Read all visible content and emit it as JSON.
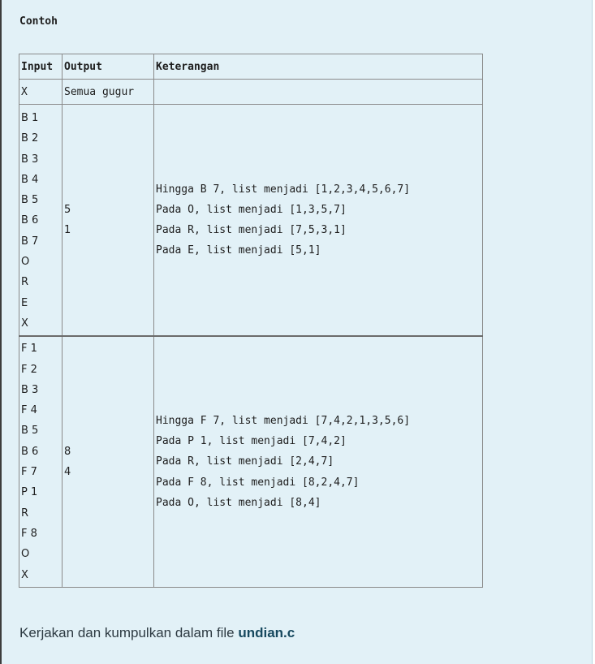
{
  "heading": "Contoh",
  "table": {
    "headers": [
      "Input",
      "Output",
      "Keterangan"
    ],
    "rows": [
      {
        "input": [
          "X"
        ],
        "output": [
          "Semua gugur"
        ],
        "keterangan": []
      },
      {
        "input": [
          "B 1",
          "B 2",
          "B 3",
          "B 4",
          "B 5",
          "B 6",
          "B 7",
          "O",
          "R",
          "E",
          "X"
        ],
        "output": [
          "5",
          "1"
        ],
        "keterangan": [
          "Hingga B 7, list menjadi [1,2,3,4,5,6,7]",
          "Pada O, list menjadi [1,3,5,7]",
          "Pada R, list menjadi [7,5,3,1]",
          "Pada E, list menjadi [5,1]"
        ]
      },
      {
        "input": [
          "F 1",
          "F 2",
          "B 3",
          "F 4",
          "B 5",
          "B 6",
          "F 7",
          "P 1",
          "R",
          "F 8",
          "O",
          "X"
        ],
        "output": [
          "8",
          "4"
        ],
        "keterangan": [
          "Hingga F 7, list menjadi [7,4,2,1,3,5,6]",
          "Pada P 1, list menjadi [7,4,2]",
          "Pada R, list menjadi [2,4,7]",
          "Pada F 8, list menjadi [8,2,4,7]",
          "Pada O, list menjadi [8,4]"
        ]
      }
    ]
  },
  "footer": {
    "text": "Kerjakan dan kumpulkan dalam file ",
    "filename": "undian.c"
  }
}
